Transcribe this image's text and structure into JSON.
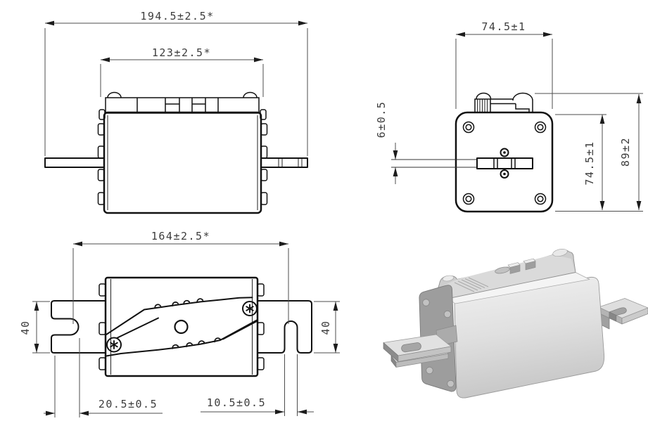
{
  "drawing": {
    "type": "technical-drawing",
    "subject": "bolt-on blade fuse, orthographic views with isometric render",
    "views": {
      "front": {
        "dim_total_width": "194.5±2.5*",
        "dim_body_width": "123±2.5*"
      },
      "side": {
        "dim_width": "74.5±1",
        "dim_blade_thickness": "6±0.5",
        "dim_body_height": "74.5±1",
        "dim_total_height": "89±2"
      },
      "top": {
        "dim_slot_span": "164±2.5*",
        "dim_blade_width_left": "40",
        "dim_blade_width_right": "40",
        "dim_left_slot_depth": "20.5±0.5",
        "dim_right_slot_width": "10.5±0.5"
      },
      "iso": {}
    },
    "colors": {
      "line": "#111111",
      "dim_line": "#4d4d4d",
      "text": "#3c3c3c",
      "iso_light": "#e8e8e8",
      "iso_mid": "#c9c9c9",
      "iso_dark": "#9e9e9e",
      "background": "#ffffff"
    }
  }
}
